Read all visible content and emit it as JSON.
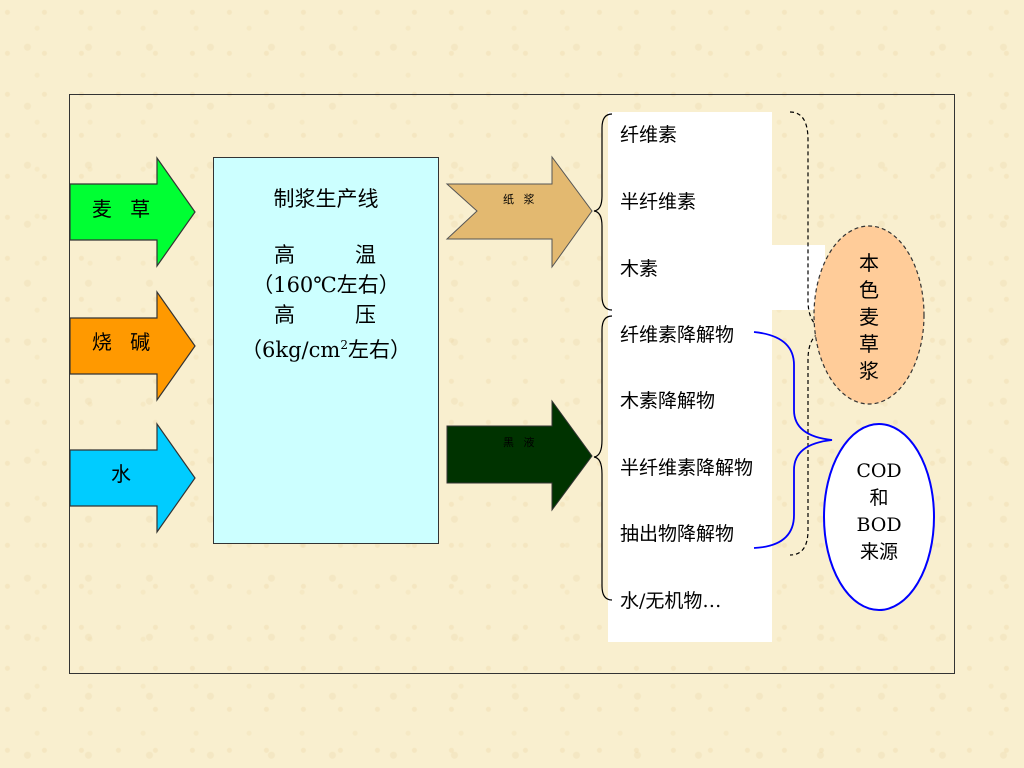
{
  "inputs": [
    {
      "label": "麦 草",
      "color": "#00ff33"
    },
    {
      "label": "烧 碱",
      "color": "#ff9900"
    },
    {
      "label": "水",
      "color": "#00ccff"
    }
  ],
  "production_line": {
    "title": "制浆生产线",
    "high_temp_left": "高",
    "high_temp_right": "温",
    "temp_value": "（160℃左右）",
    "high_press_left": "高",
    "high_press_right": "压",
    "press_prefix": "（6kg/cm",
    "press_sup": "2",
    "press_suffix": "左右）",
    "fill": "#ccffff"
  },
  "outputs": [
    {
      "label": "纸 浆",
      "color": "#e3b970"
    },
    {
      "label": "黑 液",
      "color": "#003300"
    }
  ],
  "components": [
    "纤维素",
    "半纤维素",
    "木素",
    "纤维素降解物",
    "木素降解物",
    "半纤维素降解物",
    "抽出物降解物",
    "水/无机物…"
  ],
  "results": {
    "color_source": {
      "text": [
        "本",
        "色",
        "麦",
        "草",
        "浆"
      ],
      "fill": "#ffcc99"
    },
    "cod_bod": {
      "text": [
        "COD",
        "和",
        "BOD",
        "来源"
      ],
      "stroke": "#0000ff"
    }
  }
}
